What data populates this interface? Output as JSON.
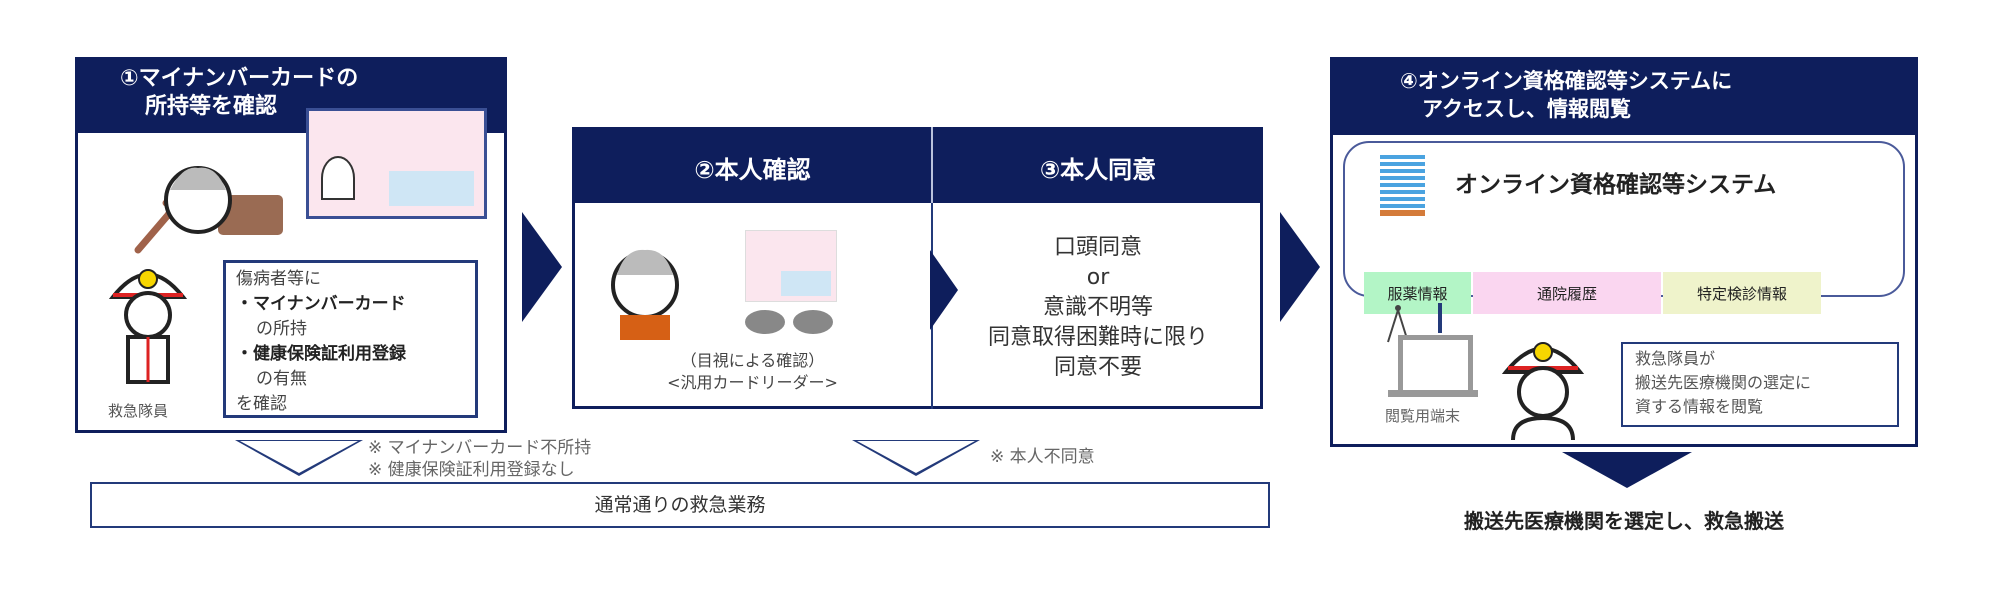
{
  "step1": {
    "title_line1": "①マイナンバーカードの",
    "title_line2": "所持等を確認",
    "bubble_intro": "傷病者等に",
    "bullet1": "・マイナンバーカード",
    "bullet1_sub": "の所持",
    "bullet2": "・健康保険証利用登録",
    "bullet2_sub": "の有無",
    "bubble_end": "を確認",
    "paramedic_label": "救急隊員"
  },
  "step2": {
    "title": "②本人確認",
    "caption_line1": "（目視による確認）",
    "caption_line2": "<汎用カードリーダー>"
  },
  "step3": {
    "title": "③本人同意",
    "lines": [
      "口頭同意",
      "or",
      "意識不明等",
      "同意取得困難時に限り",
      "同意不要"
    ]
  },
  "step4": {
    "title_line1": "④オンライン資格確認等システムに",
    "title_line2": "アクセスし、情報閲覧",
    "system_name": "オンライン資格確認等システム",
    "bands": [
      {
        "label": "服薬情報",
        "color": "#b3f5c6"
      },
      {
        "label": "通院履歴",
        "color": "#fad6f0"
      },
      {
        "label": "特定検診情報",
        "color": "#eff3cb"
      }
    ],
    "terminal_label": "閲覧用端末",
    "bubble_lines": [
      "救急隊員が",
      "搬送先医療機関の選定に",
      "資する情報を閲覧"
    ]
  },
  "notes": {
    "step1_note1": "※ マイナンバーカード不所持",
    "step1_note2": "※ 健康保険証利用登録なし",
    "step3_note": "※ 本人不同意"
  },
  "normal_operations": "通常通りの救急業務",
  "final_action": "搬送先医療機関を選定し、救急搬送",
  "colors": {
    "navy": "#0e1e5c"
  }
}
